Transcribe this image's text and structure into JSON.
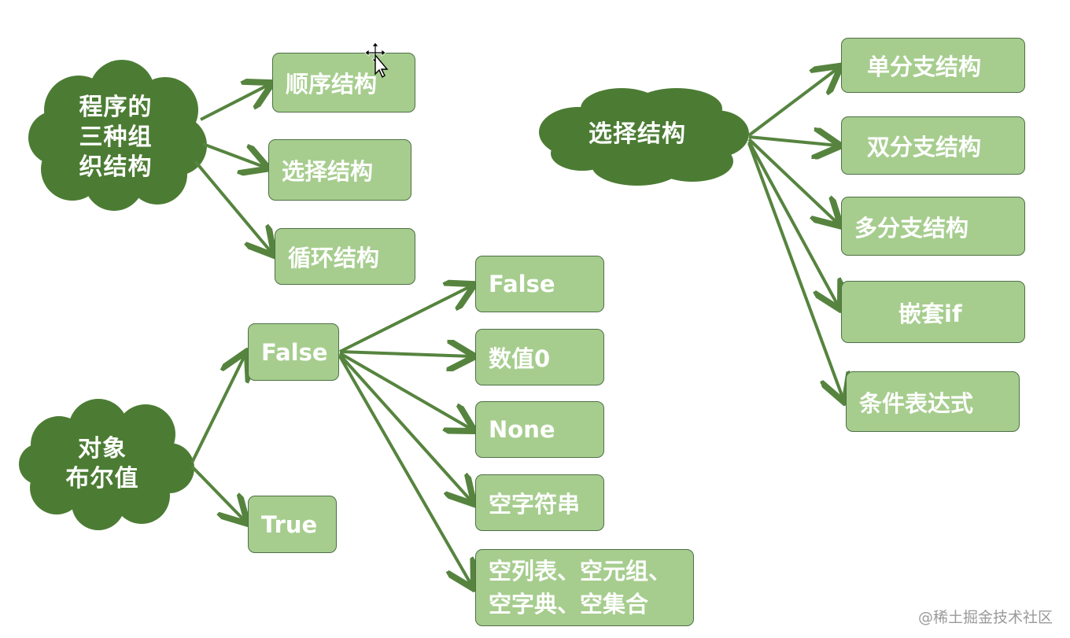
{
  "colors": {
    "cloud": "#4c7c34",
    "box_fill": "#a6cd8e",
    "box_border": "#4e6f46",
    "arrow": "#56843f",
    "text": "#ffffff"
  },
  "clouds": {
    "program": "程序的\n三种组\n织结构",
    "choice": "选择结构",
    "bool": "对象\n布尔值"
  },
  "program_structures": {
    "sequence": "顺序结构",
    "selection": "选择结构",
    "loop": "循环结构"
  },
  "selection_types": {
    "single": "单分支结构",
    "double": "双分支结构",
    "multi": "多分支结构",
    "nested": "嵌套if",
    "ternary": "条件表达式"
  },
  "bool_values": {
    "false": "False",
    "true": "True"
  },
  "false_values": {
    "false": "False",
    "zero": "数值0",
    "none": "None",
    "empty_string": "空字符串",
    "empty_containers": "空列表、空元组、空字典、空集合"
  },
  "icons": {
    "cursor": "move-cursor-icon"
  },
  "watermark": "@稀土掘金技术社区"
}
